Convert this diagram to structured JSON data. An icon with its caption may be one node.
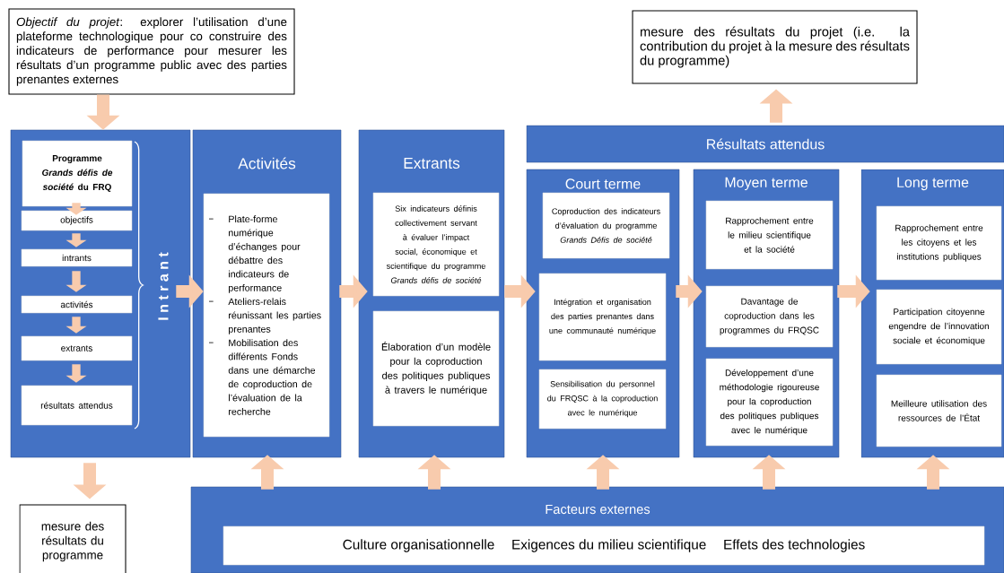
{
  "diagram": {
    "nodes": [
      {
        "text": [
          "*Objectif du projet*: explorer l’utilisation d’une plateforme technologique pour co construire des indicateurs de performance pour mesurer les résultats d’un programme public avec des parties prenantes externes"
        ]
      },
      {
        "text": [
          "mesure des résultats du projet (i.e. la contribution du projet à la mesure des résultats du programme)"
        ]
      },
      {
        "text": [
          "I n t r a n t"
        ]
      },
      {
        "text": [
          "Programme *Grands défis de société* du FRQ"
        ],
        "in": 2
      },
      {
        "text": [
          "objectifs"
        ],
        "in": 2
      },
      {
        "text": [
          "intrants"
        ],
        "in": 2
      },
      {
        "text": [
          "activités"
        ],
        "in": 2
      },
      {
        "text": [
          "extrants"
        ],
        "in": 2
      },
      {
        "text": [
          "résultats attendus"
        ],
        "in": 2
      },
      {
        "text": [
          "Activités"
        ]
      },
      {
        "text": [
          "Plate-forme numérique d’échanges pour débattre des indicateurs de performance",
          "Ateliers-relais réunissant les parties prenantes",
          "Mobilisation des différents Fonds dans une démarche de coproduction de l’évaluation de la recherche"
        ],
        "in": 9
      },
      {
        "text": [
          "Extrants"
        ]
      },
      {
        "text": [
          "Six indicateurs définis collectivement servant à évaluer l’impact social, économique et scientifique du programme *Grands défis de société*"
        ],
        "in": 11
      },
      {
        "text": [
          "Élaboration d’un modèle pour la coproduction des politiques publiques à travers le numérique"
        ],
        "in": 11
      },
      {
        "text": [
          "Résultats attendus"
        ]
      },
      {
        "text": [
          "Court terme"
        ]
      },
      {
        "text": [
          "Coproduction des indicateurs d’évaluation du programme *Grands Défis de société*"
        ],
        "in": 15
      },
      {
        "text": [
          "Intégration et organisation des parties prenantes dans une communauté numérique"
        ],
        "in": 15
      },
      {
        "text": [
          "Sensibilisation du personnel du FRQSC à la coproduction avec le numérique"
        ],
        "in": 15
      },
      {
        "text": [
          "Moyen terme"
        ]
      },
      {
        "text": [
          "Rapprochement entre le milieu scientifique et la société"
        ],
        "in": 19
      },
      {
        "text": [
          "Davantage de coproduction dans les programmes du FRQSC"
        ],
        "in": 19
      },
      {
        "text": [
          "Développement d’une méthodologie rigoureuse pour la coproduction des politiques publiques avec le numérique"
        ],
        "in": 19
      },
      {
        "text": [
          "Long terme"
        ]
      },
      {
        "text": [
          "Rapprochement entre les citoyens et les institutions publiques"
        ],
        "in": 23
      },
      {
        "text": [
          "Participation citoyenne engendre de l’innovation sociale et économique"
        ],
        "in": 23
      },
      {
        "text": [
          "Meilleure utilisation des ressources de l’État"
        ],
        "in": 23
      },
      {
        "text": [
          "Facteurs externes"
        ]
      },
      {
        "text": [
          "Culture organisationnelle",
          "Exigences du milieu scientifique",
          "Effets des technologies"
        ],
        "in": 27
      },
      {
        "text": [
          "mesure des résultats du programme"
        ]
      }
    ],
    "edges": [
      {
        "from": 0,
        "to": 2,
        "arrow": "to"
      },
      {
        "from": 3,
        "to": 4,
        "arrow": "to"
      },
      {
        "from": 4,
        "to": 5,
        "arrow": "to"
      },
      {
        "from": 5,
        "to": 6,
        "arrow": "to"
      },
      {
        "from": 6,
        "to": 7,
        "arrow": "to"
      },
      {
        "from": 7,
        "to": 8,
        "arrow": "to"
      },
      {
        "from": 2,
        "to": 9,
        "arrow": "to"
      },
      {
        "from": 9,
        "to": 11,
        "arrow": "to"
      },
      {
        "from": 11,
        "to": 15,
        "arrow": "to"
      },
      {
        "from": 15,
        "to": 19,
        "arrow": "to"
      },
      {
        "from": 19,
        "to": 23,
        "arrow": "to"
      },
      {
        "from": 14,
        "to": 1,
        "arrow": "to"
      },
      {
        "from": 2,
        "to": 29,
        "arrow": "to"
      },
      {
        "from": 27,
        "to": 9,
        "arrow": "to"
      },
      {
        "from": 27,
        "to": 11,
        "arrow": "to"
      },
      {
        "from": 27,
        "to": 15,
        "arrow": "to"
      },
      {
        "from": 27,
        "to": 19,
        "arrow": "to"
      },
      {
        "from": 27,
        "to": 23,
        "arrow": "to"
      }
    ]
  }
}
